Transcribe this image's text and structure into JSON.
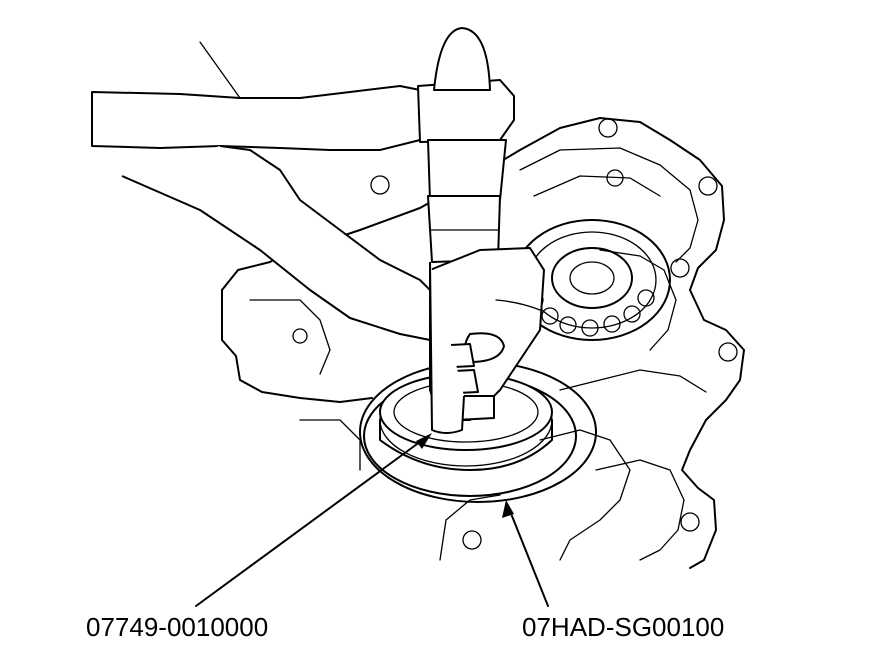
{
  "callouts": [
    {
      "id": "driver",
      "text": "07749-0010000"
    },
    {
      "id": "attachment",
      "text": "07HAD-SG00100"
    }
  ],
  "colors": {
    "line": "#000000",
    "background": "#ffffff"
  }
}
